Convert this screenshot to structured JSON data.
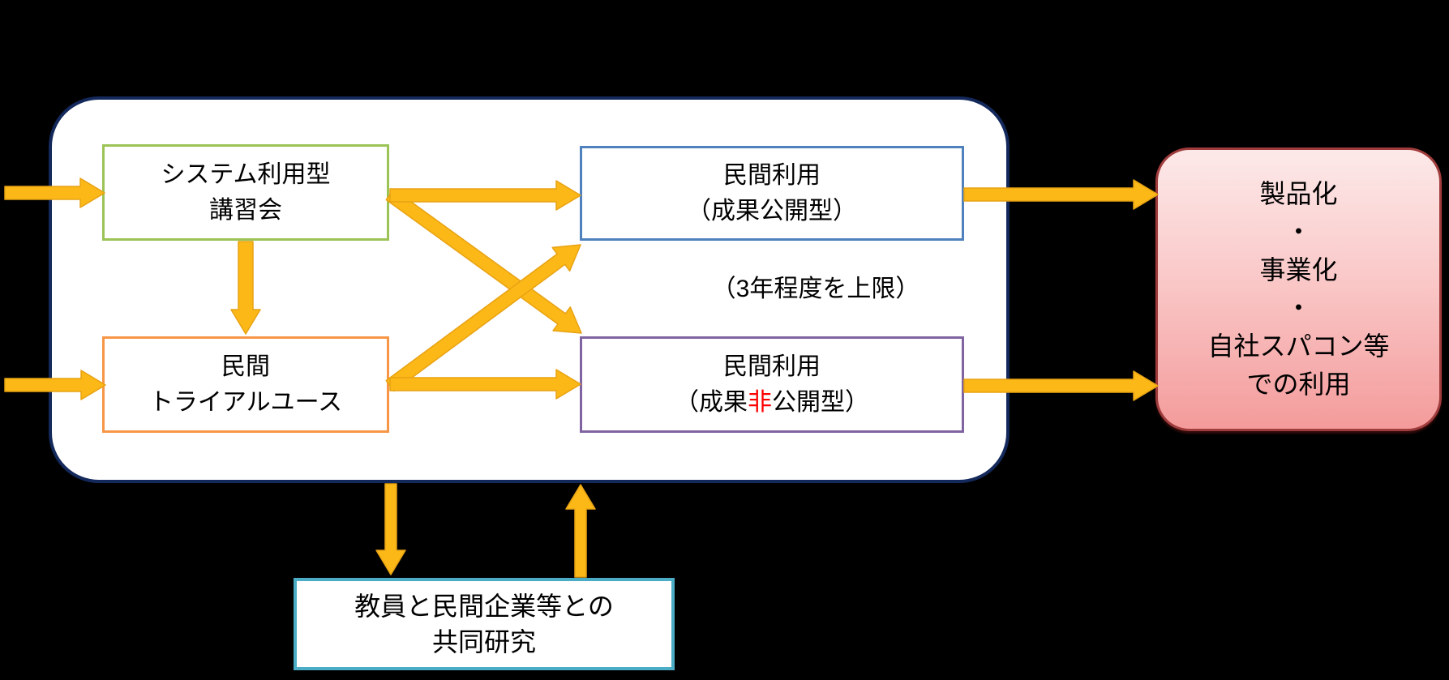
{
  "colors": {
    "background": "#000000",
    "panel_border": "#14295B",
    "panel_fill": "#FFFFFF",
    "lecture_border": "#9BC356",
    "trial_border": "#F79646",
    "public_border": "#4F81BD",
    "private_border": "#8064A2",
    "joint_border": "#4BACC6",
    "outcome_border": "#A03C3C",
    "outcome_gradient_top": "#FDE9E9",
    "outcome_gradient_bottom": "#F49B9B",
    "arrow_fill": "#FBB817",
    "arrow_stroke": "#E8A213",
    "text": "#000000",
    "highlight_red": "#FF0000"
  },
  "boxes": {
    "lecture": {
      "lines": [
        "システム利用型",
        "講習会"
      ]
    },
    "trial": {
      "lines": [
        "民間",
        "トライアルユース"
      ]
    },
    "public_use": {
      "line1": "民間利用",
      "line2": "（成果公開型）"
    },
    "private_use": {
      "line1": "民間利用",
      "line2_pre": "（成果",
      "line2_red": "非",
      "line2_post": "公開型）"
    },
    "outcome": {
      "lines": [
        "製品化",
        "・",
        "事業化",
        "・",
        "自社スパコン等",
        "での利用"
      ]
    },
    "joint_research": {
      "lines": [
        "教員と民間企業等との",
        "共同研究"
      ]
    }
  },
  "annotation": {
    "text": "（3年程度を上限）"
  },
  "arrows": [
    {
      "name": "entry-to-lecture",
      "from": "external-left",
      "to": "lecture-box"
    },
    {
      "name": "entry-to-trial",
      "from": "external-left",
      "to": "trial-box"
    },
    {
      "name": "lecture-to-trial",
      "from": "lecture-box",
      "to": "trial-box"
    },
    {
      "name": "lecture-to-public",
      "from": "lecture-box",
      "to": "public-use-box"
    },
    {
      "name": "lecture-to-private",
      "from": "lecture-box",
      "to": "private-use-box"
    },
    {
      "name": "trial-to-public",
      "from": "trial-box",
      "to": "public-use-box"
    },
    {
      "name": "trial-to-private",
      "from": "trial-box",
      "to": "private-use-box"
    },
    {
      "name": "public-to-outcome",
      "from": "public-use-box",
      "to": "outcome-box"
    },
    {
      "name": "private-to-outcome",
      "from": "private-use-box",
      "to": "outcome-box"
    },
    {
      "name": "panel-to-joint-research",
      "from": "program-panel",
      "to": "joint-research-box"
    },
    {
      "name": "joint-research-to-panel",
      "from": "joint-research-box",
      "to": "program-panel"
    }
  ]
}
